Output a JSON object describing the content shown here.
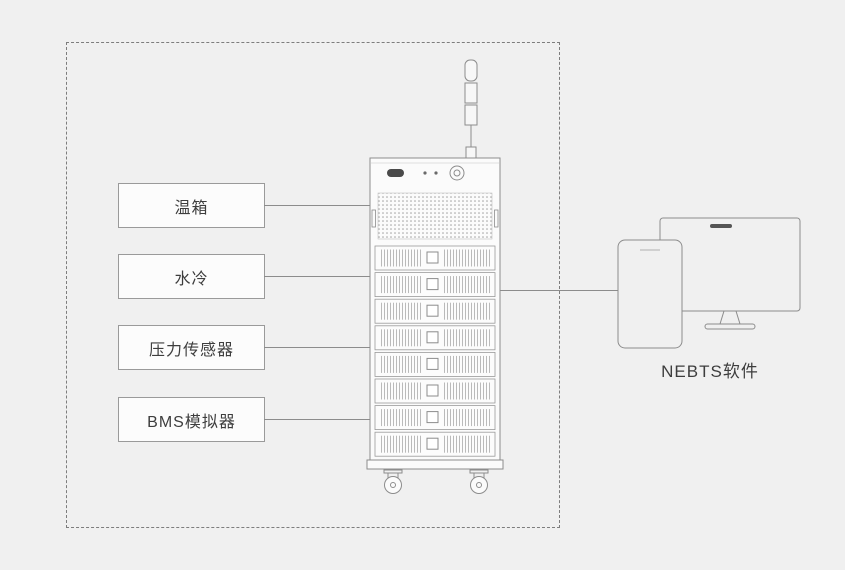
{
  "diagram": {
    "boundary_style": "dashed",
    "left_components": [
      {
        "id": "temperature-chamber",
        "label": "温箱"
      },
      {
        "id": "water-cooling",
        "label": "水冷"
      },
      {
        "id": "pressure-sensor",
        "label": "压力传感器"
      },
      {
        "id": "bms-simulator",
        "label": "BMS模拟器"
      }
    ],
    "cabinet": {
      "id": "battery-test-cabinet",
      "module_slots": 8,
      "has_signal_tower": true,
      "has_casters": true
    },
    "computer": {
      "id": "nebts-workstation",
      "label": "NEBTS软件"
    },
    "colors": {
      "background": "#f0f0f0",
      "outline": "#8c8c8c",
      "text": "#3d3d3d",
      "box_fill": "#fcfcfc",
      "boundary": "#7d7d7d",
      "logo_dark": "#4a4a4a"
    }
  }
}
